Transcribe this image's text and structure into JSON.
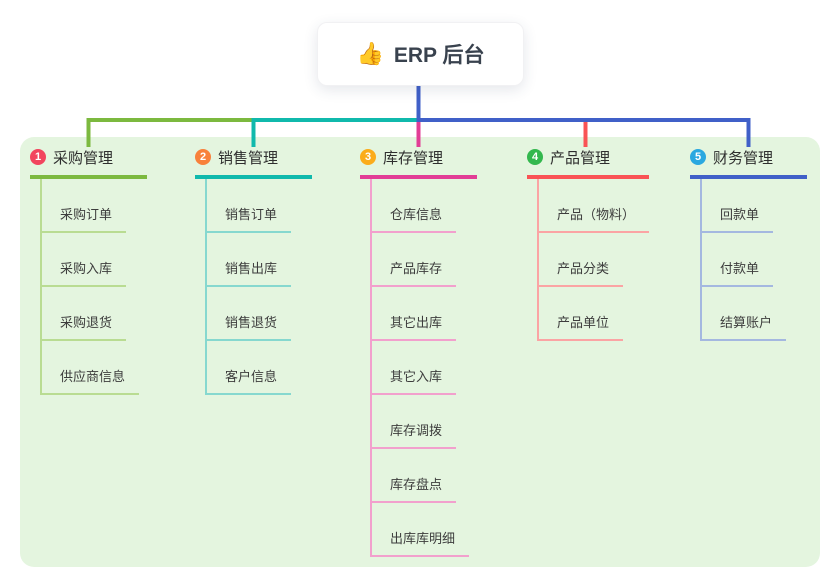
{
  "root": {
    "icon": "👍",
    "label": "ERP 后台"
  },
  "colors": {
    "panel_bg": "#e4f5df",
    "root_link": "#4a5bc8",
    "root_text": "#39424e",
    "title_text": "#2e2e2e",
    "child_text": "#3d3d3d",
    "card_bg": "#ffffff"
  },
  "branches": [
    {
      "badge": "1",
      "label": "采购管理",
      "badge_color": "#f2455e",
      "line_color": "#7cb93f",
      "child_line_color": "#b9dc92",
      "children": [
        "采购订单",
        "采购入库",
        "采购退货",
        "供应商信息"
      ]
    },
    {
      "badge": "2",
      "label": "销售管理",
      "badge_color": "#f8813b",
      "line_color": "#10b9ac",
      "child_line_color": "#86d8cf",
      "children": [
        "销售订单",
        "销售出库",
        "销售退货",
        "客户信息"
      ]
    },
    {
      "badge": "3",
      "label": "库存管理",
      "badge_color": "#fbac1b",
      "line_color": "#e23d96",
      "child_line_color": "#f2a0cd",
      "children": [
        "仓库信息",
        "产品库存",
        "其它出库",
        "其它入库",
        "库存调拨",
        "库存盘点",
        "出库库明细"
      ]
    },
    {
      "badge": "4",
      "label": "产品管理",
      "badge_color": "#33b84e",
      "line_color": "#f95355",
      "child_line_color": "#fba4a4",
      "children": [
        "产品（物料）",
        "产品分类",
        "产品单位"
      ]
    },
    {
      "badge": "5",
      "label": "财务管理",
      "badge_color": "#2aa8e0",
      "line_color": "#4060c8",
      "child_line_color": "#a4b8e0",
      "children": [
        "回款单",
        "付款单",
        "结算账户"
      ]
    }
  ]
}
